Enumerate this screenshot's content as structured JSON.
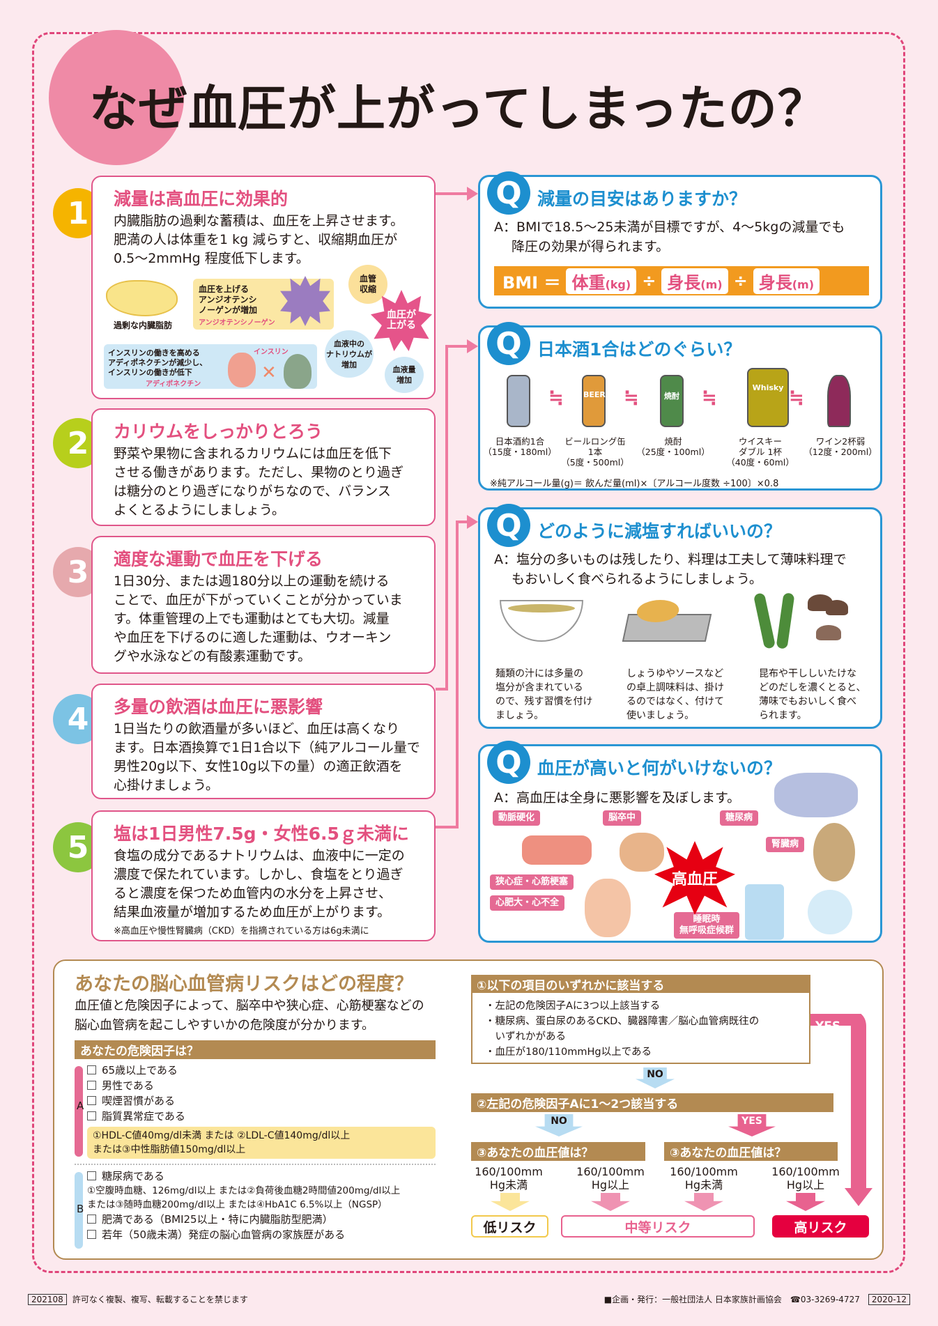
{
  "title": "なぜ血圧が上がってしまったの？",
  "colors": {
    "accent_pink": "#e3507f",
    "q_blue": "#1d8fcf",
    "brown": "#b38a52",
    "bmi_orange": "#f29a1f",
    "high_risk_red": "#e5003f",
    "background": "#fce9ee"
  },
  "tips": [
    {
      "number": "1",
      "number_color": "#f5b400",
      "heading": "減量は高血圧に効果的",
      "body": "内臓脂肪の過剰な蓄積は、血圧を上昇させます。\n肥満の人は体重を1 kg 減らすと、収縮期血圧が\n0.5～2mmHg 程度低下します。",
      "diagram": {
        "fat_label": "過剰な内臓脂肪",
        "angio_text": "血圧を上げる\nアンジオテンシ\nノーゲンが増加",
        "angio_char": "アンジオテンシノーゲン",
        "vessel": "血管\n収縮",
        "bp_up": "血圧が\n上がる",
        "adipo_text": "インスリンの働きを高める\nアディポネクチンが減少し、\nインスリンの働きが低下",
        "adipo_char": "アディポネクチン",
        "insulin_char": "インスリン",
        "sodium": "血液中の\nナトリウムが\n増加",
        "volume": "血液量\n増加"
      }
    },
    {
      "number": "2",
      "number_color": "#b7cf1c",
      "heading": "カリウムをしっかりとろう",
      "body": "野菜や果物に含まれるカリウムには血圧を低下\nさせる働きがあります。ただし、果物のとり過ぎ\nは糖分のとり過ぎになりがちなので、バランス\nよくとるようにしましょう。"
    },
    {
      "number": "3",
      "number_color": "#e6a9ad",
      "heading": "適度な運動で血圧を下げる",
      "body": "1日30分、または週180分以上の運動を続ける\nことで、血圧が下がっていくことが分かっていま\nす。体重管理の上でも運動はとても大切。減量\nや血圧を下げるのに適した運動は、ウオーキン\nグや水泳などの有酸素運動です。"
    },
    {
      "number": "4",
      "number_color": "#7cc3e4",
      "heading": "多量の飲酒は血圧に悪影響",
      "body": "1日当たりの飲酒量が多いほど、血圧は高くなり\nます。日本酒換算で1日1合以下（純アルコール量で\n男性20g以下、女性10g以下の量）の適正飲酒を\n心掛けましょう。"
    },
    {
      "number": "5",
      "number_color": "#8cc63f",
      "heading": "塩は1日男性7.5g・女性6.5ｇ未満に",
      "body": "食塩の成分であるナトリウムは、血液中に一定の\n濃度で保たれています。しかし、食塩をとり過ぎ\nると濃度を保つため血管内の水分を上昇させ、\n結果血液量が増加するため血圧が上がります。",
      "note": "※高血圧や慢性腎臓病（CKD）を指摘されている方は6g未満に"
    }
  ],
  "q1": {
    "q": "Q",
    "title": "減量の目安はありますか？",
    "answer": "A：BMIで18.5～25未満が目標ですが、4～5kgの減量でも\n　 降圧の効果が得られます。",
    "bmi": {
      "lhs": "BMI ＝",
      "weight": "体重",
      "weight_unit": "(kg)",
      "div": "÷",
      "height": "身長",
      "height_unit": "(m)"
    }
  },
  "q2": {
    "q": "Q",
    "title": "日本酒1合はどのぐらい？",
    "approx": "≒",
    "drinks": [
      {
        "label": "日本酒約1合\n（15度・180ml）",
        "icon": "sake-bottle-icon",
        "color": "#a9b6c9"
      },
      {
        "label": "ビールロング缶\n1本\n（5度・500ml）",
        "icon": "beer-can-icon",
        "color": "#e09a3a",
        "can_text": "BEER"
      },
      {
        "label": "焼酎\n（25度・100ml）",
        "icon": "shochu-bottle-icon",
        "color": "#4f8a4a",
        "bottle_text": "焼酎"
      },
      {
        "label": "ウイスキー\nダブル 1杯\n（40度・60ml）",
        "icon": "whisky-bottle-icon",
        "color": "#b8a418",
        "bottle_text": "Whisky"
      },
      {
        "label": "ワイン2杯弱\n（12度・200ml）",
        "icon": "wine-glass-icon",
        "color": "#8e2a5a"
      }
    ],
    "note": "※純アルコール量(g)＝ 飲んだ量(ml)×〔アルコール度数 ÷100〕×0.8"
  },
  "q3": {
    "q": "Q",
    "title": "どのように減塩すればいいの？",
    "answer": "A：塩分の多いものは残したり、料理は工夫して薄味料理で\n　 もおいしく食べられるようにしましょう。",
    "tips": [
      {
        "icon": "noodle-bowl-icon",
        "text": "麺類の汁には多量の\n塩分が含まれている\nので、残す習慣を付け\nましょう。"
      },
      {
        "icon": "soy-sauce-dish-icon",
        "text": "しょうゆやソースなど\nの卓上調味料は、掛け\nるのではなく、付けて\n使いましょう。"
      },
      {
        "icon": "kelp-mushroom-icon",
        "text": "昆布や干ししいたけな\nどのだしを濃くとると、\n薄味でもおいしく食べ\nられます。"
      }
    ]
  },
  "q4": {
    "q": "Q",
    "title": "血圧が高いと何がいけないの？",
    "answer": "A：高血圧は全身に悪影響を及ぼします。",
    "center": "高血圧",
    "diseases": [
      "動脈硬化",
      "脳卒中",
      "糖尿病",
      "腎臓病",
      "狭心症・心筋梗塞",
      "心肥大・心不全",
      "睡眠時\n無呼吸症候群"
    ]
  },
  "risk": {
    "title": "あなたの脳心血管病リスクはどの程度？",
    "intro": "血圧値と危険因子によって、脳卒中や狭心症、心筋梗塞などの\n脳心血管病を起こしやすいかの危険度が分かります。",
    "factors_header": "あなたの危険因子は？",
    "group_a": {
      "label": "A",
      "items": [
        "65歳以上である",
        "男性である",
        "喫煙習慣がある",
        "脂質異常症である"
      ],
      "note": "①HDL-C値40mg/dl未満 または ②LDL-C値140mg/dl以上\nまたは③中性脂肪値150mg/dl以上"
    },
    "group_b": {
      "label": "B",
      "items": [
        "糖尿病である",
        "肥満である（BMI25以上・特に内臓脂肪型肥満）",
        "若年（50歳未満）発症の脳心血管病の家族歴がある"
      ],
      "note": "①空腹時血糖、126mg/dl以上 または②負荷後血糖2時間値200mg/dl以上\nまたは③随時血糖200mg/dl以上 または④HbA1C 6.5%以上（NGSP）"
    },
    "flow": {
      "step1": "①以下の項目のいずれかに該当する",
      "step1_items": "・左記の危険因子Aに3つ以上該当する\n・糖尿病、蛋白尿のあるCKD、臓器障害／脳心血管病既往の\n　いずれかがある\n・血圧が180/110mmHg以上である",
      "yes": "YES",
      "no": "NO",
      "step2": "②左記の危険因子Aに1～2つ該当する",
      "step3": "③あなたの血圧値は？",
      "bp_below": "160/100mm\nHg未満",
      "bp_above": "160/100mm\nHg以上",
      "low": "低リスク",
      "mid": "中等リスク",
      "high": "高リスク"
    }
  },
  "footer": {
    "code": "202108",
    "notice": "許可なく複製、複写、転載することを禁じます",
    "publisher": "■企画・発行：一般社団法人 日本家族計画協会",
    "phone": "☎03-3269-4727",
    "date": "2020-12"
  }
}
